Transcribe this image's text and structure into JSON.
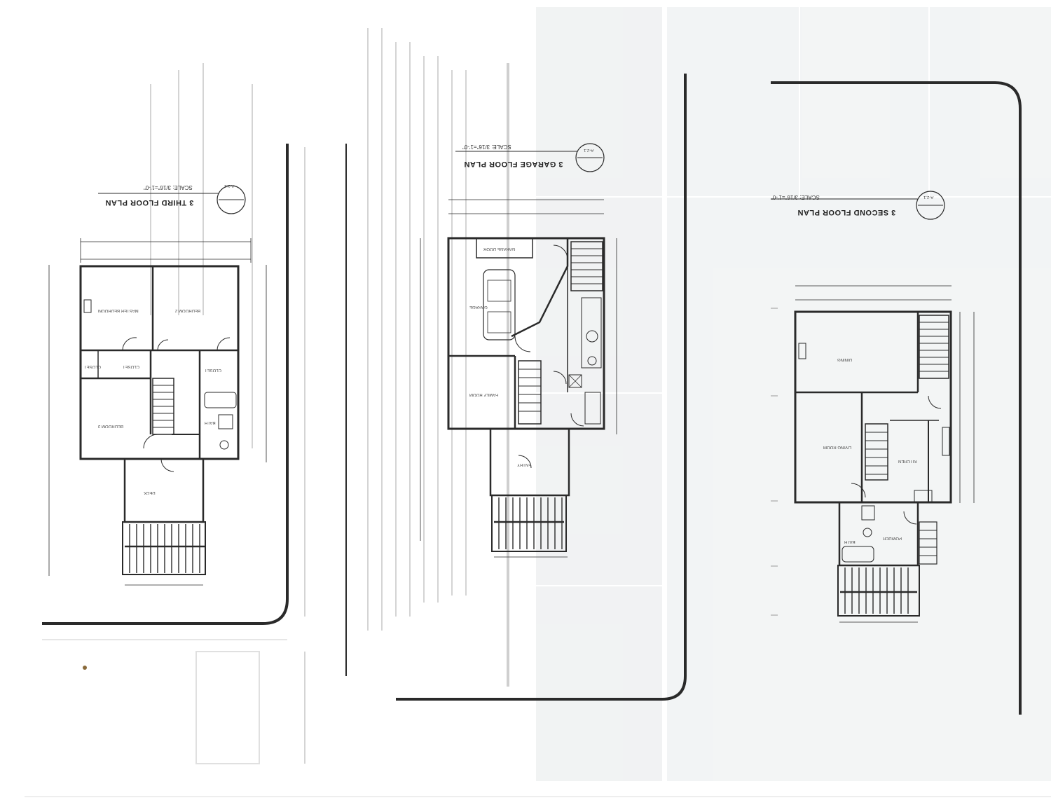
{
  "plans": [
    {
      "title": "3 THIRD FLOOR PLAN",
      "scale": "SCALE: 3/16\"=1'-0\"",
      "sheet": "A-2.2"
    },
    {
      "title": "3 GARAGE FLOOR PLAN",
      "scale": "SCALE: 3/16\"=1'-0\"",
      "sheet": "A-2.1"
    },
    {
      "title": "3 SECOND FLOOR PLAN",
      "scale": "SCALE: 3/16\"=1'-0\"",
      "sheet": "A-2.1"
    }
  ],
  "rooms": {
    "third": [
      "MASTER BEDROOM",
      "BEDROOM 2",
      "BEDROOM 3",
      "DECK",
      "CLOSET",
      "CLOSET",
      "CLOSET",
      "BATH"
    ],
    "garage": [
      "GARAGE",
      "GARAGE DOOR",
      "FAMILY ROOM",
      "ENTRY"
    ],
    "second": [
      "LIVING ROOM",
      "KITCHEN",
      "DINING",
      "POWDER",
      "BATH"
    ]
  },
  "colors": {
    "line": "#2a2a2a",
    "faint": "#bbbbbb",
    "bg_panel": "#e9eced"
  }
}
